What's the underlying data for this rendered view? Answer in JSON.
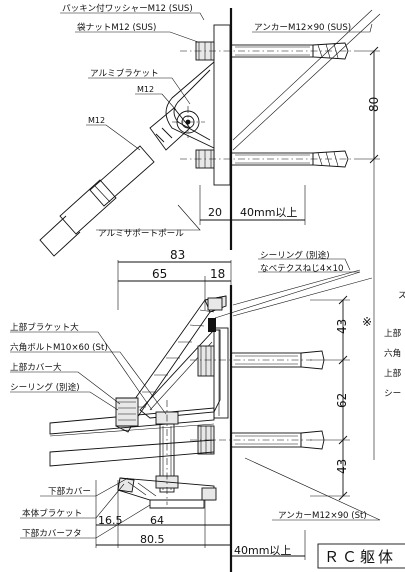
{
  "labels": {
    "packing_washer": "パッキン付ワッシャーM12 (SUS)",
    "cap_nut": "袋ナットM12 (SUS)",
    "alumi_bracket": "アルミブラケット",
    "m12_upper": "M12",
    "m12_lower": "M12",
    "support_pole": "アルミサポートポール",
    "anchor_top": "アンカーM12×90 (SUS)",
    "anchor_bottom": "アンカーM12×90 (St)",
    "sealing_top": "シーリング (別途)",
    "nabe_screw": "なべテクスねじ4×10",
    "upper_bracket_large": "上部ブラケット大",
    "hex_bolt": "六角ボルトM10×60 (St)",
    "upper_cover_large": "上部カバー大",
    "sealing_left": "シーリング (別途)",
    "lower_cover": "下部カバー",
    "body_bracket": "本体ブラケット",
    "lower_cover_lid": "下部カバーフタ",
    "right_cut_1": "ス",
    "right_cut_2": "上部",
    "right_cut_3": "六角",
    "right_cut_4": "上部",
    "right_cut_5": "シー",
    "title": "ＲＣ躯体"
  },
  "dims": {
    "d80": "80",
    "d20": "20",
    "d40_top": "40mm以上",
    "d83": "83",
    "d65": "65",
    "d18": "18",
    "d43_top": "43",
    "d62": "62",
    "d43_bottom": "43",
    "asterisk": "※",
    "d16_5": "16.5",
    "d64": "64",
    "d80_5": "80.5",
    "d40_bottom": "40mm以上"
  }
}
